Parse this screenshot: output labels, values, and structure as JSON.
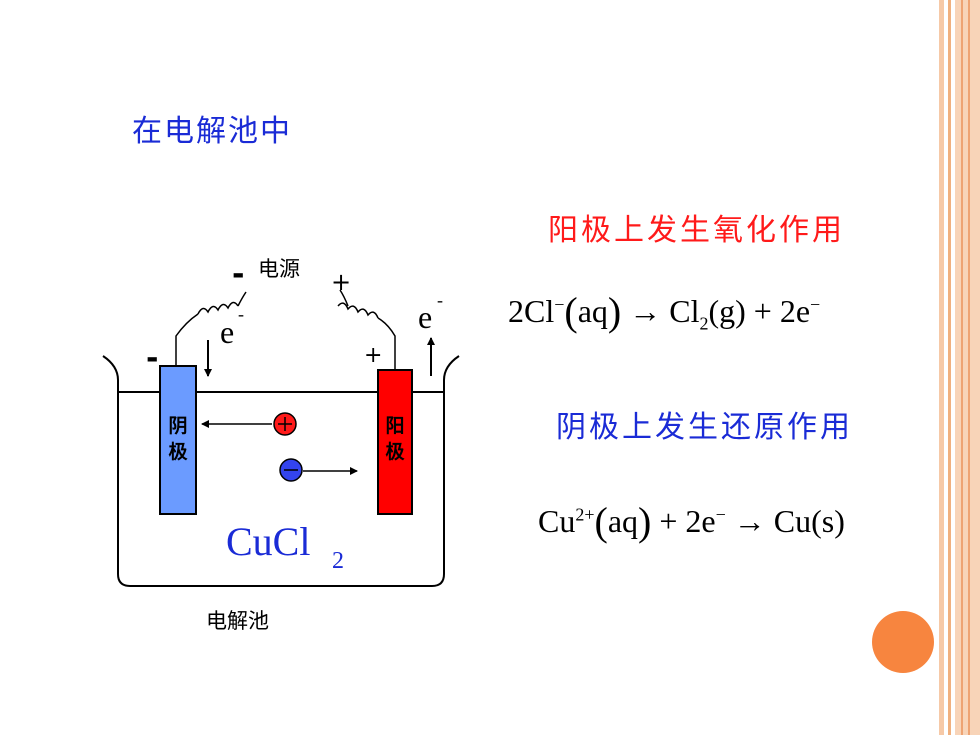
{
  "heading": "在电解池中",
  "anode_reaction": {
    "label": "阳极上发生氧化作用",
    "equation": {
      "coef_left": "2Cl",
      "charge_left": "−",
      "state_left": "aq",
      "arrow": "→",
      "product": "Cl",
      "product_sub": "2",
      "product_state": "(g)",
      "plus": "+",
      "electrons": "2e",
      "electrons_charge": "−"
    }
  },
  "cathode_reaction": {
    "label": "阴极上发生还原作用",
    "equation": {
      "reactant": "Cu",
      "reactant_charge": "2+",
      "state": "aq",
      "plus": "+",
      "electrons": "2e",
      "electrons_charge": "−",
      "arrow": "→",
      "product": "Cu(s)"
    }
  },
  "diagram": {
    "power_label": "电源",
    "neg_sign": "-",
    "pos_sign": "+",
    "electron": "e",
    "electron_charge": "-",
    "cathode_label_1": "阴",
    "cathode_label_2": "极",
    "anode_label_1": "阳",
    "anode_label_2": "极",
    "solution_formula": "CuCl",
    "solution_sub": "2",
    "cell_label": "电解池",
    "colors": {
      "cathode": "#6b9bff",
      "anode": "#ff0000",
      "solution_text": "#1a2bd6",
      "cation": "#ff1a1a",
      "anion": "#3344ee"
    }
  },
  "decor": {
    "accent": "#f7853f"
  }
}
